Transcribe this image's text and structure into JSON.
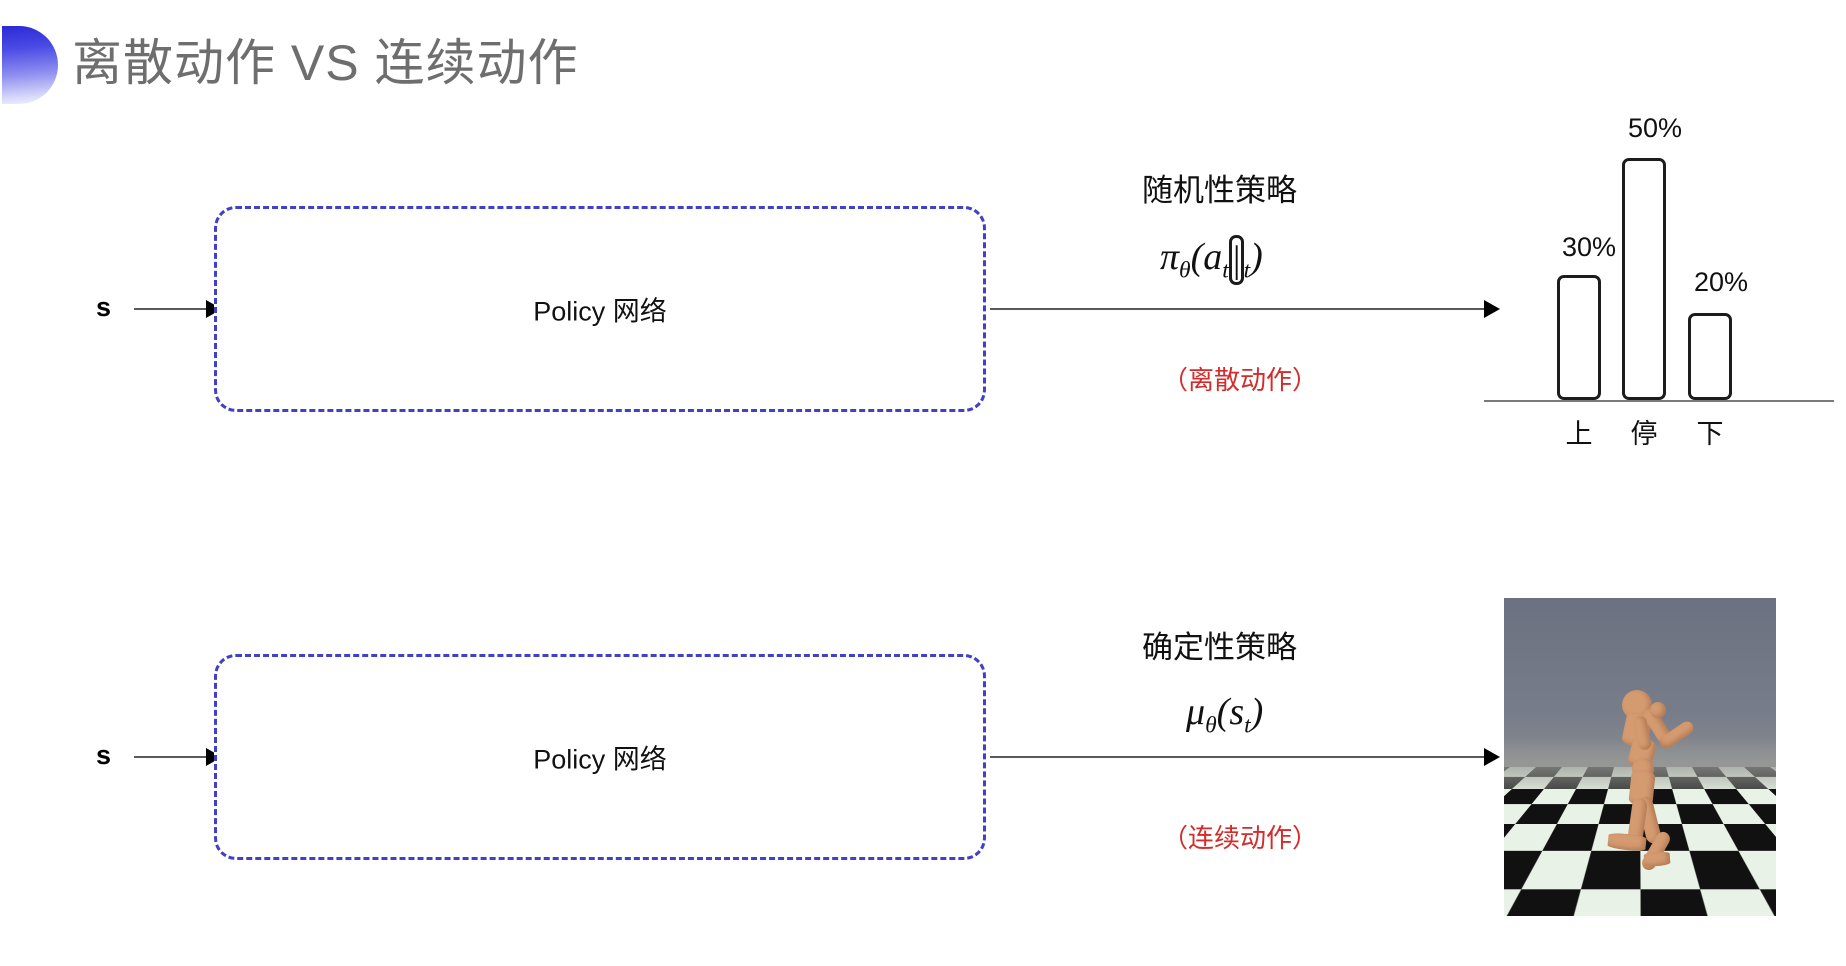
{
  "slide": {
    "title": "离散动作 VS 连续动作",
    "bullet_icon": "half-circle-gradient-icon",
    "accent_color": "#3a3ad8",
    "title_color": "#6e6e6e"
  },
  "rows": [
    {
      "id": "discrete",
      "input_label": "s",
      "network_label": "Policy 网络",
      "policy_name": "随机性策略",
      "policy_formula": "π_θ(a_t|s_t)",
      "formula_parts": {
        "head": "π",
        "head_sub": "θ",
        "open": "(",
        "a": "a",
        "a_sub": "t",
        "bar": "|",
        "s": "s",
        "s_sub": "t",
        "close": ")"
      },
      "action_note": "（离散动作）",
      "action_note_color": "#d42b2b",
      "output_kind": "bar-chart"
    },
    {
      "id": "continuous",
      "input_label": "s",
      "network_label": "Policy 网络",
      "policy_name": "确定性策略",
      "policy_formula": "μ_θ(s_t)",
      "formula_parts": {
        "head": "μ",
        "head_sub": "θ",
        "open": "(",
        "s": "s",
        "s_sub": "t",
        "close": ")"
      },
      "action_note": "（连续动作）",
      "action_note_color": "#d42b2b",
      "output_kind": "humanoid-simulation-image"
    }
  ],
  "chart_data": {
    "type": "bar",
    "title": "",
    "categories": [
      "上",
      "停",
      "下"
    ],
    "values": [
      30,
      50,
      20
    ],
    "value_labels": [
      "30%",
      "50%",
      "20%"
    ],
    "ylabel": "",
    "xlabel": "",
    "ylim": [
      0,
      60
    ],
    "grid": false,
    "legend": "none",
    "bar_style": "white fill, black rounded outline"
  },
  "simulation_image": {
    "description": "humanoid-simulation-image",
    "sky_color": "#6f747f",
    "floor": "checkerboard",
    "body_color": "#d49a70"
  }
}
